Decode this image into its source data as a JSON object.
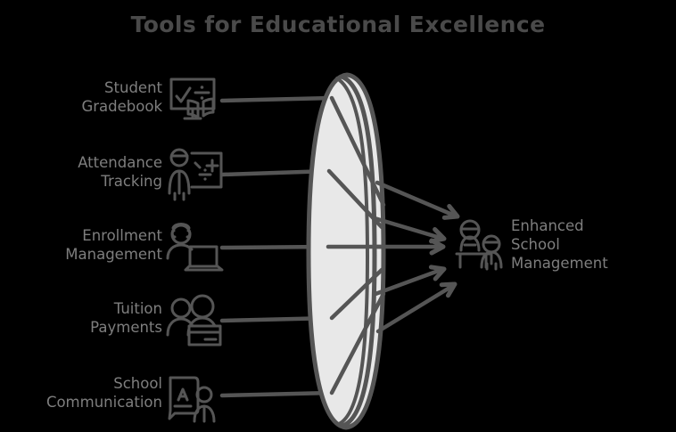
{
  "page": {
    "title": "Tools for Educational Excellence",
    "background_color": "#000000",
    "title_color": "#4a4a4a",
    "label_color": "#7e7e7e",
    "stroke_color": "#555555",
    "funnel_fill_color": "#e8e8e8"
  },
  "diagram": {
    "type": "convergence-funnel",
    "inputs": [
      {
        "label": "Student\nGradebook",
        "icon": "gradebook-icon"
      },
      {
        "label": "Attendance\nTracking",
        "icon": "attendance-icon"
      },
      {
        "label": "Enrollment\nManagement",
        "icon": "enrollment-icon"
      },
      {
        "label": "Tuition\nPayments",
        "icon": "tuition-icon"
      },
      {
        "label": "School\nCommunication",
        "icon": "communication-icon"
      }
    ],
    "output": {
      "label": "Enhanced\nSchool\nManagement",
      "icon": "school-management-icon"
    },
    "center": {
      "shape": "ellipse",
      "label": ""
    }
  }
}
